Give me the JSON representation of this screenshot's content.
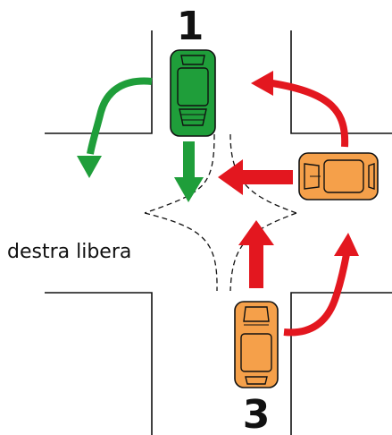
{
  "labels": {
    "car_top_number": "1",
    "car_bottom_number": "3",
    "right_of_way_text": "destra libera"
  },
  "colors": {
    "green": "#1f9e3a",
    "red": "#e3171f",
    "orange": "#f5a04a",
    "road_line": "#111111"
  },
  "vehicles": [
    {
      "id": "1",
      "color": "green",
      "heading": "south"
    },
    {
      "id": "east-car",
      "color": "orange",
      "heading": "west"
    },
    {
      "id": "3",
      "color": "orange",
      "heading": "north"
    }
  ]
}
